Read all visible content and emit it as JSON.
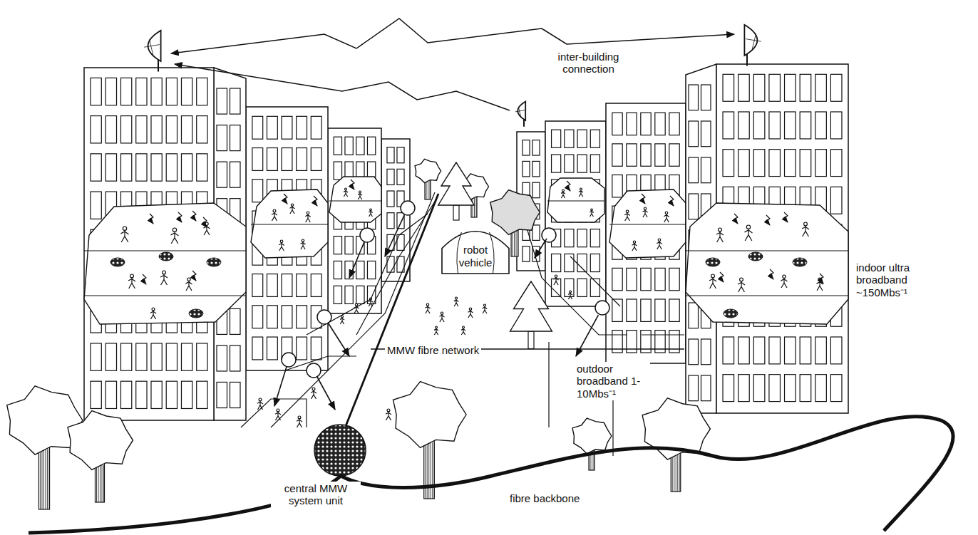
{
  "diagram": {
    "nodes": [
      {
        "text": [
          "robot vehicle"
        ]
      }
    ],
    "labels": [
      "inter-building connection",
      "indoor ultra broadband ~150Mbs⁻¹",
      "MMW fibre network",
      "outdoor broadband 1-10Mbs⁻¹",
      "central MMW system unit",
      "fibre backbone"
    ]
  }
}
